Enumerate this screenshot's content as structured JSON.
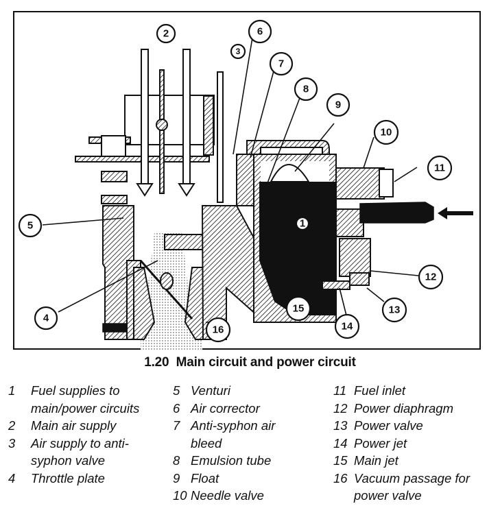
{
  "figure": {
    "caption_number": "1.20",
    "caption_title": "Main circuit and power circuit",
    "callouts": [
      "1",
      "2",
      "3",
      "4",
      "5",
      "6",
      "7",
      "8",
      "9",
      "10",
      "11",
      "12",
      "13",
      "14",
      "15",
      "16"
    ]
  },
  "legend": {
    "columns": [
      [
        {
          "num": "1",
          "label": "Fuel supplies to main/power circuits"
        },
        {
          "num": "2",
          "label": "Main air supply"
        },
        {
          "num": "3",
          "label": "Air supply to anti-syphon valve"
        },
        {
          "num": "4",
          "label": "Throttle plate"
        }
      ],
      [
        {
          "num": "5",
          "label": "Venturi"
        },
        {
          "num": "6",
          "label": "Air corrector"
        },
        {
          "num": "7",
          "label": "Anti-syphon air bleed"
        },
        {
          "num": "8",
          "label": "Emulsion tube"
        },
        {
          "num": "9",
          "label": "Float"
        },
        {
          "num": "10",
          "label": "Needle valve"
        }
      ],
      [
        {
          "num": "11",
          "label": "Fuel inlet"
        },
        {
          "num": "12",
          "label": "Power diaphragm"
        },
        {
          "num": "13",
          "label": "Power valve"
        },
        {
          "num": "14",
          "label": "Power jet"
        },
        {
          "num": "15",
          "label": "Main jet"
        },
        {
          "num": "16",
          "label": "Vacuum passage for power valve"
        }
      ]
    ]
  }
}
